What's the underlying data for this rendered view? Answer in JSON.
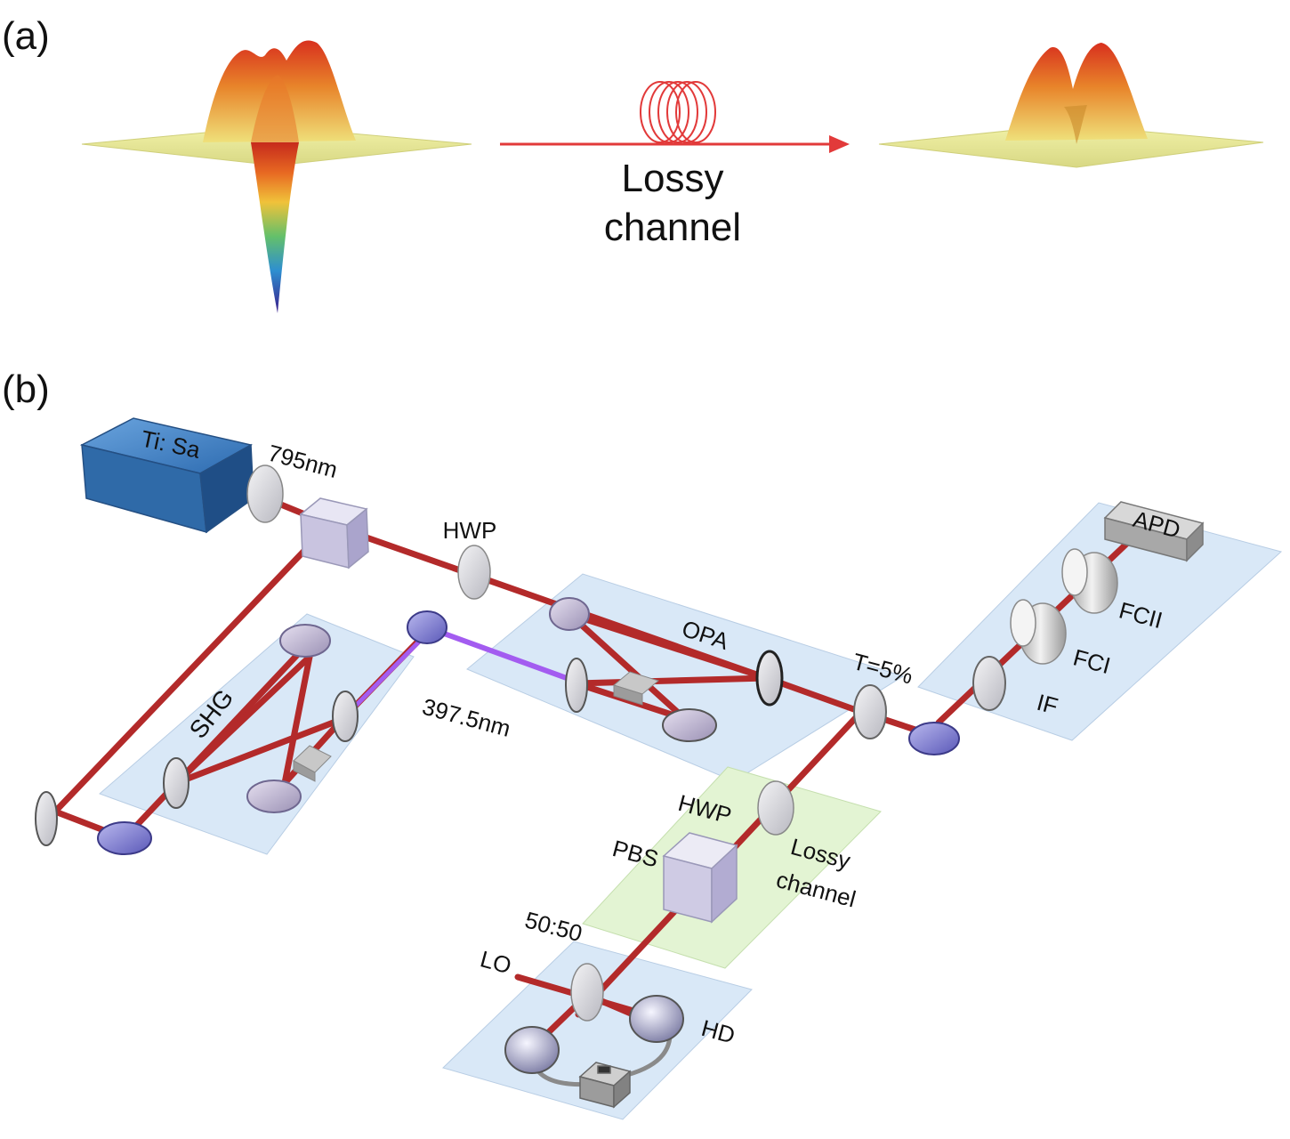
{
  "panel_a": {
    "label": "(a)",
    "channel_label_line1": "Lossy",
    "channel_label_line2": "channel"
  },
  "panel_b": {
    "label": "(b)",
    "laser": "Ti: Sa",
    "wavelength_fundamental": "795nm",
    "wavelength_shg": "397.5nm",
    "shg": "SHG",
    "opa": "OPA",
    "hwp_top": "HWP",
    "hwp_bottom": "HWP",
    "tap_beamsplitter": "T=5%",
    "apd": "APD",
    "fc2": "FCII",
    "fc1": "FCI",
    "interference_filter": "IF",
    "pbs": "PBS",
    "lossy_line1": "Lossy",
    "lossy_line2": "channel",
    "bs_5050": "50:50",
    "local_oscillator": "LO",
    "homodyne": "HD"
  },
  "colors": {
    "beam_red": "#b32a2a",
    "beam_violet": "#a35cf0",
    "table_blue": "#d9e8f7",
    "table_green": "#e3f4d3",
    "laser_blue": "#3f7fc4",
    "arrow_red": "#e23a3a"
  }
}
